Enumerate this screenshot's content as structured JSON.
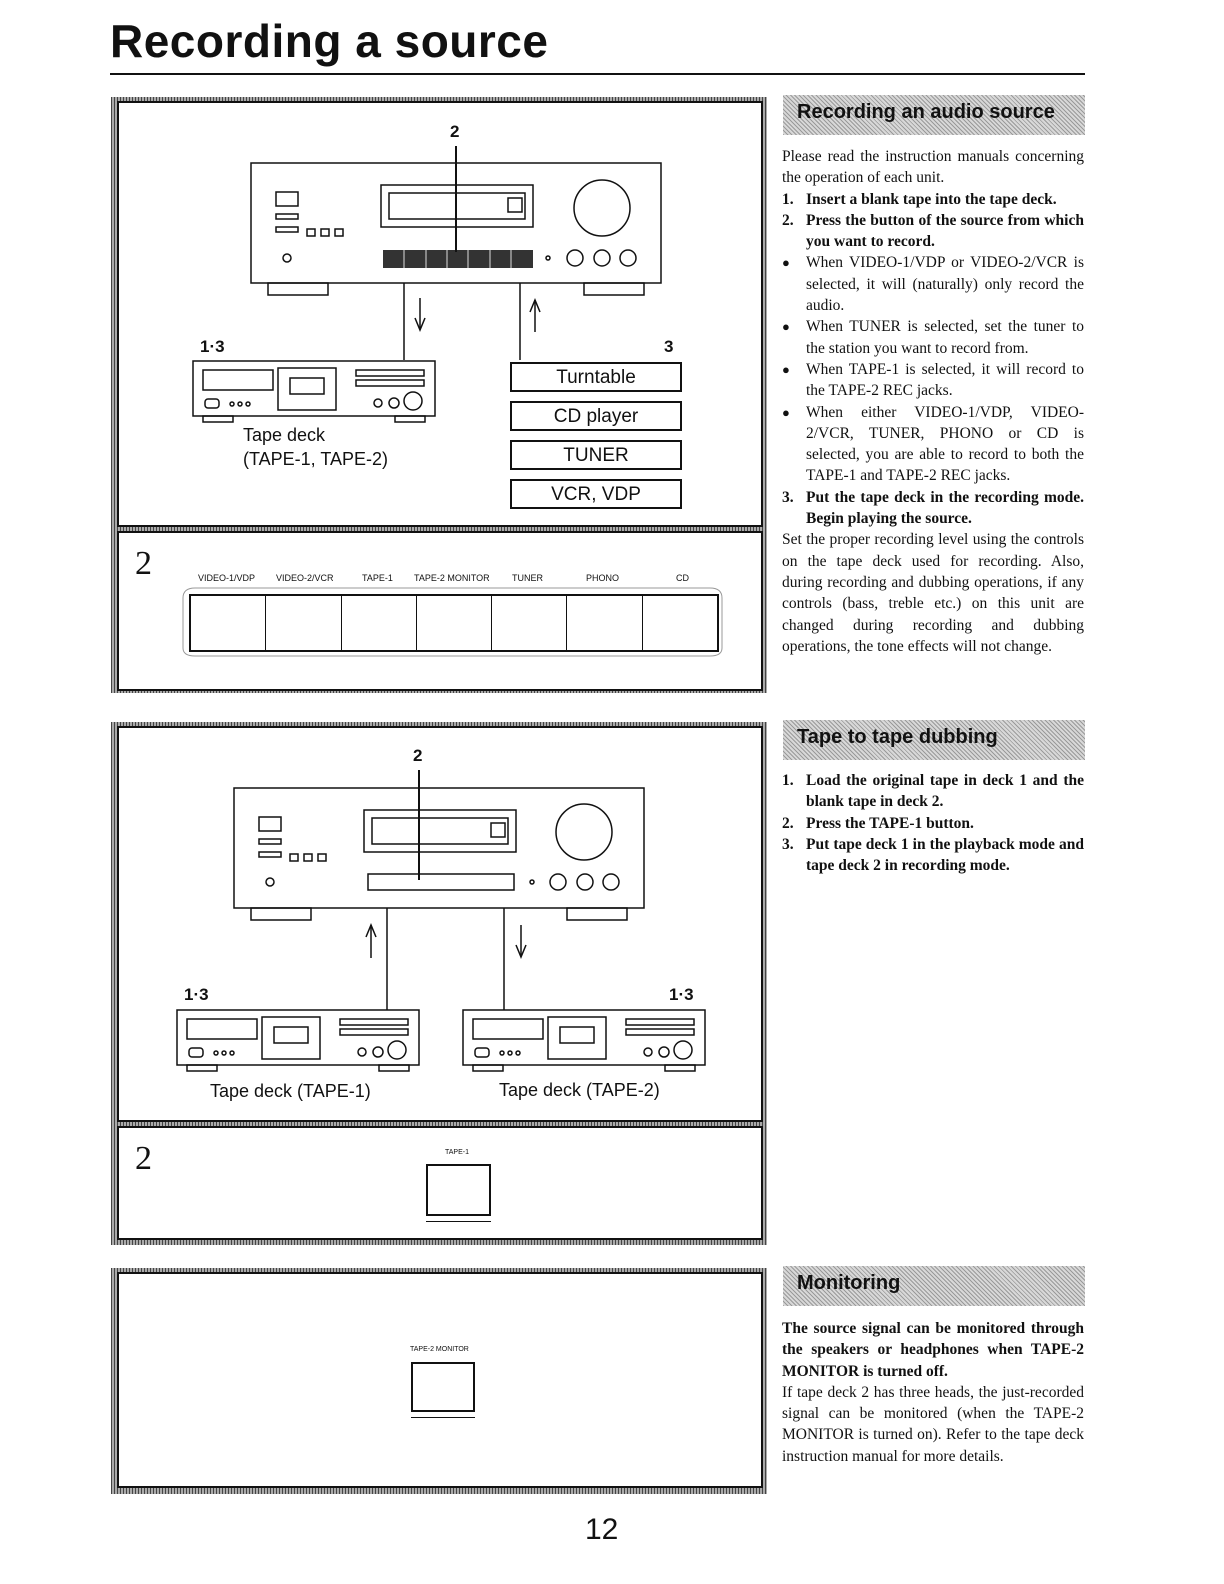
{
  "page_title": "Recording a source",
  "page_number": "12",
  "diagram1": {
    "callout_top": "2",
    "callout_left": "1·3",
    "callout_right": "3",
    "tape_deck_label_1": "Tape deck",
    "tape_deck_label_2": "(TAPE-1, TAPE-2)",
    "sources": [
      "Turntable",
      "CD player",
      "TUNER",
      "VCR, VDP"
    ],
    "panel_step": "2",
    "buttons": [
      "VIDEO-1/VDP",
      "VIDEO-2/VCR",
      "TAPE-1",
      "TAPE-2 MONITOR",
      "TUNER",
      "PHONO",
      "CD"
    ]
  },
  "diagram2": {
    "callout_top": "2",
    "callout_left": "1·3",
    "callout_right": "1·3",
    "deck1_label": "Tape deck (TAPE-1)",
    "deck2_label": "Tape deck (TAPE-2)",
    "panel_step": "2",
    "button_label": "TAPE-1"
  },
  "diagram3": {
    "button_label": "TAPE-2 MONITOR"
  },
  "section1": {
    "heading": "Recording an audio source",
    "intro": "Please read the instruction manuals concerning the operation of each unit.",
    "step1_num": "1.",
    "step1": "Insert a blank tape into the tape deck.",
    "step2_num": "2.",
    "step2": "Press the button of the source from which you want to record.",
    "bullet": "●",
    "bullets": [
      "When VIDEO-1/VDP or VIDEO-2/VCR is selected, it will (naturally) only record the audio.",
      "When TUNER is selected, set the tuner to the station you want to record from.",
      "When TAPE-1 is selected, it will record to the TAPE-2 REC jacks.",
      "When either VIDEO-1/VDP, VIDEO-2/VCR, TUNER, PHONO or CD is selected, you are able to record to both the TAPE-1 and TAPE-2 REC jacks."
    ],
    "step3_num": "3.",
    "step3": "Put the tape deck in the recording mode. Begin playing the source.",
    "outro": "Set the proper recording level using the controls on the tape deck used for recording. Also, during recording and dubbing operations, if any controls (bass, treble etc.) on this unit are changed during recording and dubbing operations, the tone effects will not change."
  },
  "section2": {
    "heading": "Tape to tape dubbing",
    "steps": [
      {
        "num": "1.",
        "text": "Load the original tape in deck 1 and the blank tape in deck 2."
      },
      {
        "num": "2.",
        "text": "Press the TAPE-1 button."
      },
      {
        "num": "3.",
        "text": "Put tape deck 1 in the playback mode and tape deck 2 in recording mode."
      }
    ]
  },
  "section3": {
    "heading": "Monitoring",
    "bold_text": "The source signal can be monitored through the speakers or headphones when TAPE-2 MONITOR is turned off.",
    "body": "If tape deck 2 has three heads, the just-recorded signal can be monitored (when the TAPE-2 MONITOR is turned on). Refer to the tape deck instruction manual for more details."
  }
}
